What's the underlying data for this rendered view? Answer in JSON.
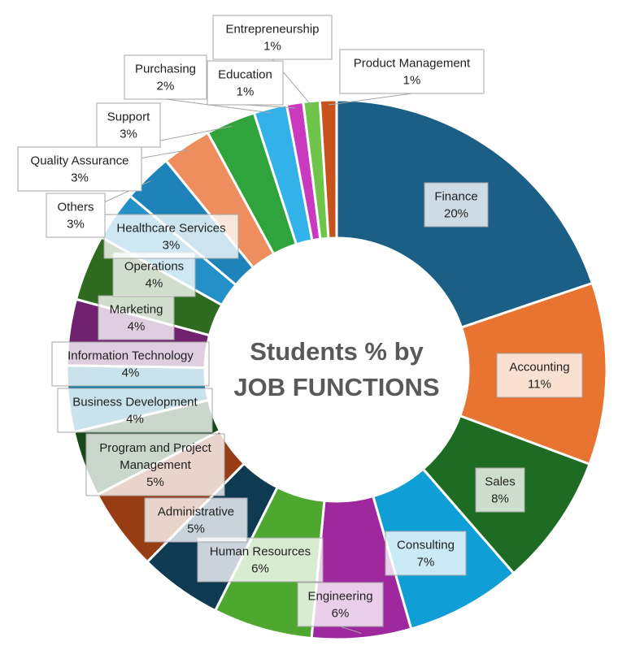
{
  "chart_data": {
    "type": "pie",
    "variant": "doughnut",
    "title_lines": [
      "Students % by",
      "JOB FUNCTIONS"
    ],
    "start": "top, clockwise",
    "series": [
      {
        "name": "Finance",
        "value": 20,
        "label": "20%",
        "color": "#1B5F86"
      },
      {
        "name": "Accounting",
        "value": 11,
        "label": "11%",
        "color": "#E97331"
      },
      {
        "name": "Sales",
        "value": 8,
        "label": "8%",
        "color": "#1E6B24"
      },
      {
        "name": "Consulting",
        "value": 7,
        "label": "7%",
        "color": "#0F9ED5"
      },
      {
        "name": "Engineering",
        "value": 6,
        "label": "6%",
        "color": "#A0289E"
      },
      {
        "name": "Human Resources",
        "value": 6,
        "label": "6%",
        "color": "#4EA72E"
      },
      {
        "name": "Administrative",
        "value": 5,
        "label": "5%",
        "color": "#0E3A52"
      },
      {
        "name": "Program and Project Management",
        "value": 5,
        "label": "5%",
        "color": "#973C13"
      },
      {
        "name": "Business Development",
        "value": 4,
        "label": "4%",
        "color": "#164A1A"
      },
      {
        "name": "Information Technology",
        "value": 4,
        "label": "4%",
        "color": "#0C7AA5"
      },
      {
        "name": "Marketing",
        "value": 4,
        "label": "4%",
        "color": "#70216F"
      },
      {
        "name": "Operations",
        "value": 4,
        "label": "4%",
        "color": "#2E6B20"
      },
      {
        "name": "Healthcare Services",
        "value": 3,
        "label": "3%",
        "color": "#2391C7"
      },
      {
        "name": "Others",
        "value": 3,
        "label": "3%",
        "color": "#1E83B8"
      },
      {
        "name": "Quality Assurance",
        "value": 3,
        "label": "3%",
        "color": "#EE8E5F"
      },
      {
        "name": "Support",
        "value": 3,
        "label": "3%",
        "color": "#2FA33C"
      },
      {
        "name": "Purchasing",
        "value": 2,
        "label": "2%",
        "color": "#33B2EA"
      },
      {
        "name": "Education",
        "value": 1,
        "label": "1%",
        "color": "#C93ABF"
      },
      {
        "name": "Entrepreneurship",
        "value": 1,
        "label": "1%",
        "color": "#6FC549"
      },
      {
        "name": "Product Management",
        "value": 1,
        "label": "1%",
        "color": "#C8521C"
      }
    ]
  }
}
